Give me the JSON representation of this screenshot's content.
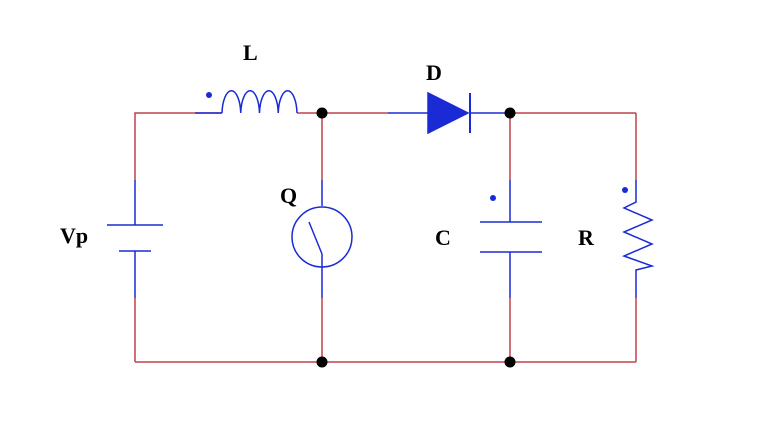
{
  "labels": {
    "inductor": "L",
    "diode": "D",
    "source": "Vp",
    "switch": "Q",
    "capacitor": "C",
    "resistor": "R"
  },
  "colors": {
    "wire": "#c0404a",
    "component": "#1a2bd6",
    "diode_fill": "#1a2bd6",
    "junction": "#000000",
    "text": "#000000",
    "background": "#ffffff"
  },
  "components": [
    {
      "type": "dc-voltage-source",
      "label_ref": "source"
    },
    {
      "type": "inductor",
      "label_ref": "inductor"
    },
    {
      "type": "switch",
      "label_ref": "switch"
    },
    {
      "type": "diode",
      "label_ref": "diode"
    },
    {
      "type": "capacitor",
      "label_ref": "capacitor"
    },
    {
      "type": "resistor",
      "label_ref": "resistor"
    }
  ]
}
